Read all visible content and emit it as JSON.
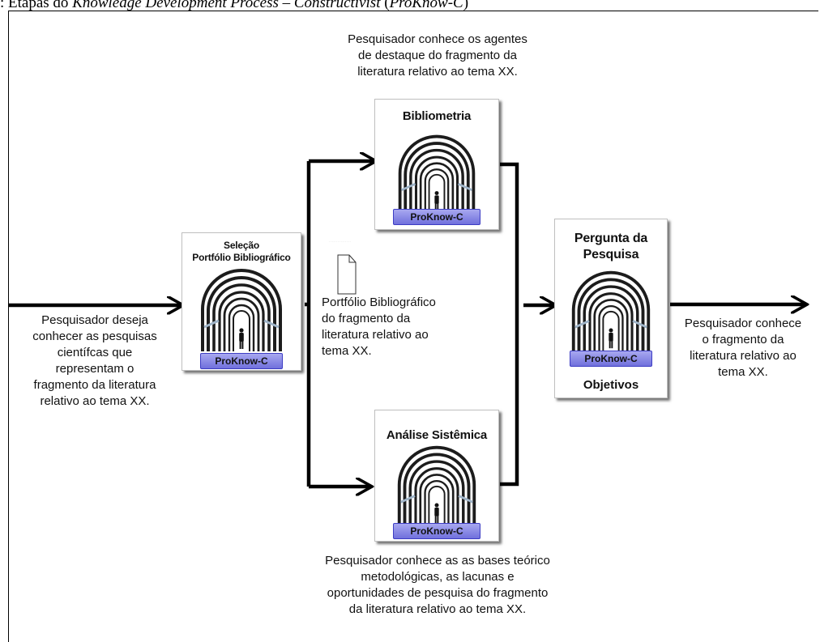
{
  "caption": {
    "prefix": ": Etapas do ",
    "italic_1": "Knowledge Development Process – Constructivist",
    "middle": " (",
    "italic_2": "ProKnow-C",
    "suffix": ")"
  },
  "stages": {
    "selecao": {
      "title_line1": "Seleção",
      "title_line2": "Portfólio Bibliográfico",
      "badge": "ProKnow-C"
    },
    "bibliometria": {
      "title": "Bibliometria",
      "badge": "ProKnow-C"
    },
    "analise": {
      "title": "Análise Sistêmica",
      "badge": "ProKnow-C"
    },
    "pergunta": {
      "title_line1": "Pergunta da",
      "title_line2": "Pesquisa",
      "badge": "ProKnow-C",
      "subtitle": "Objetivos"
    }
  },
  "notes": {
    "input": [
      "Pesquisador deseja",
      "conhecer as pesquisas",
      "científcas que",
      "representam o",
      "fragmento da literatura",
      "relativo ao tema XX."
    ],
    "bibliometria": [
      "Pesquisador conhece os agentes",
      "de destaque do fragmento da",
      "literatura relativo ao tema XX."
    ],
    "portfolio": [
      "Portfólio Bibliográfico",
      "do fragmento da",
      "literatura relativo ao",
      "tema XX."
    ],
    "analise": [
      "Pesquisador conhece as  as bases  teórico",
      "metodológicas, as lacunas e",
      "oportunidades de pesquisa do fragmento",
      "da literatura relativo ao tema XX."
    ],
    "output": [
      "Pesquisador conhece",
      "o fragmento da",
      "literatura relativo ao",
      "tema XX."
    ]
  },
  "colors": {
    "badge_fill": "#8a8ae6",
    "badge_border": "#3d3dc4",
    "arrow": "#000000"
  },
  "icons": {
    "tunnel": "tunnel-figure-icon",
    "document": "document-icon"
  }
}
